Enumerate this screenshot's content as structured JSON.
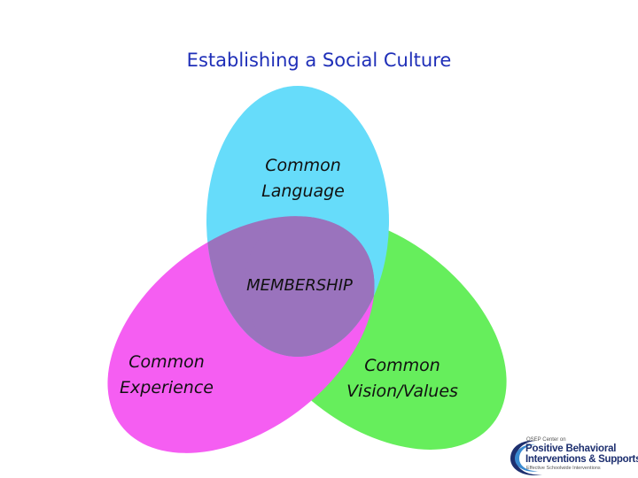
{
  "title": "Establishing a Social Culture",
  "circles": {
    "language": {
      "label": "Common\nLanguage",
      "color": "#66dcfa"
    },
    "experience": {
      "label": "Common\nExperience",
      "color": "#f55ef2"
    },
    "vision": {
      "label": "Common\nVision/Values",
      "color": "#66ee5c"
    },
    "center": {
      "label": "MEMBERSHIP",
      "color": "#9a73bd"
    }
  },
  "logo": {
    "line1": "OSEP Center on",
    "line2": "Positive Behavioral",
    "line3": "Interventions & Supports",
    "line4": "Effective Schoolwide Interventions"
  }
}
